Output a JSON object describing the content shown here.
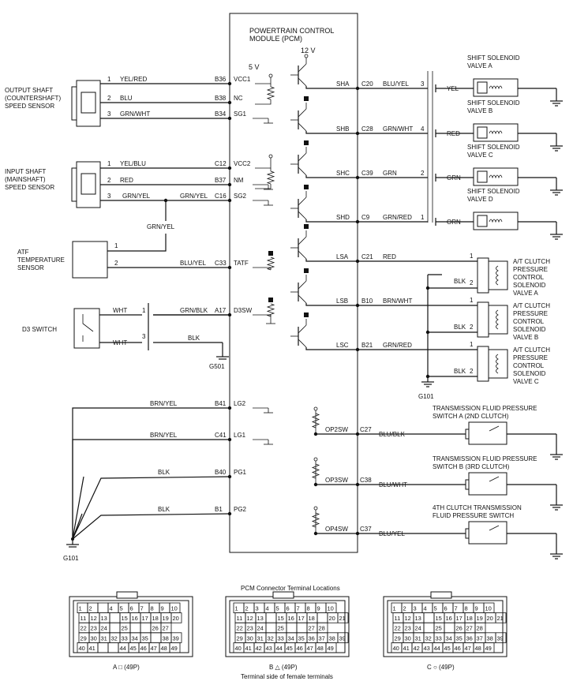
{
  "pcm": {
    "title1": "POWERTRAIN CONTROL",
    "title2": "MODULE (PCM)"
  },
  "supply": {
    "v5": "5 V",
    "v12": "12 V"
  },
  "left_components": {
    "output_shaft": [
      "OUTPUT SHAFT",
      "(COUNTERSHAFT)",
      "SPEED SENSOR"
    ],
    "input_shaft": [
      "INPUT SHAFT",
      "(MAINSHAFT)",
      "SPEED SENSOR"
    ],
    "atf": [
      "ATF",
      "TEMPERATURE",
      "SENSOR"
    ],
    "d3": "D3 SWITCH",
    "g501": "G501"
  },
  "left_wires": [
    {
      "pin": "1",
      "color": "YEL/RED",
      "term": "B36",
      "sig": "VCC1"
    },
    {
      "pin": "2",
      "color": "BLU",
      "term": "B38",
      "sig": "NC"
    },
    {
      "pin": "3",
      "color": "GRN/WHT",
      "term": "B34",
      "sig": "SG1"
    },
    {
      "pin": "1",
      "color": "YEL/BLU",
      "term": "C12",
      "sig": "VCC2"
    },
    {
      "pin": "2",
      "color": "RED",
      "term": "B37",
      "sig": "NM"
    },
    {
      "pin": "3",
      "color": "GRN/YEL",
      "term": "C16",
      "sig": "SG2"
    },
    {
      "pin": "2",
      "color": "BLU/YEL",
      "term": "C33",
      "sig": "TATF"
    },
    {
      "pin": "1",
      "color": "GRN/BLK",
      "term": "A17",
      "sig": "D3SW"
    }
  ],
  "misc_labels": {
    "sg2_branch": "GRN/YEL",
    "atf_pin1": "1",
    "d3_wht1": "WHT",
    "d3_wht2": "WHT",
    "d3_pin3": "3",
    "d3_blk": "BLK",
    "sg2_left": "GRN/YEL"
  },
  "ground_wires": [
    {
      "color": "BRN/YEL",
      "term": "B41",
      "sig": "LG2"
    },
    {
      "color": "BRN/YEL",
      "term": "C41",
      "sig": "LG1"
    },
    {
      "color": "BLK",
      "term": "B40",
      "sig": "PG1"
    },
    {
      "color": "BLK",
      "term": "B1",
      "sig": "PG2"
    }
  ],
  "g101": "G101",
  "solenoid_outputs": [
    {
      "sig": "SHA",
      "term": "C20",
      "color": "BLU/YEL",
      "pin": "3",
      "out": "YEL",
      "name": [
        "SHIFT SOLENOID",
        "VALVE A"
      ]
    },
    {
      "sig": "SHB",
      "term": "C28",
      "color": "GRN/WHT",
      "pin": "4",
      "out": "RED",
      "name": [
        "SHIFT SOLENOID",
        "VALVE B"
      ]
    },
    {
      "sig": "SHC",
      "term": "C39",
      "color": "GRN",
      "pin": "2",
      "out": "GRN",
      "name": [
        "SHIFT SOLENOID",
        "VALVE C"
      ]
    },
    {
      "sig": "SHD",
      "term": "C9",
      "color": "GRN/RED",
      "pin": "1",
      "out": "ORN",
      "name": [
        "SHIFT SOLENOID",
        "VALVE D"
      ]
    }
  ],
  "pressure_outputs": [
    {
      "sig": "LSA",
      "term": "C21",
      "color": "RED",
      "name": [
        "A/T CLUTCH",
        "PRESSURE",
        "CONTROL",
        "SOLENOID",
        "VALVE A"
      ]
    },
    {
      "sig": "LSB",
      "term": "B10",
      "color": "BRN/WHT",
      "name": [
        "A/T CLUTCH",
        "PRESSURE",
        "CONTROL",
        "SOLENOID",
        "VALVE B"
      ]
    },
    {
      "sig": "LSC",
      "term": "B21",
      "color": "GRN/RED",
      "name": [
        "A/T CLUTCH",
        "PRESSURE",
        "CONTROL",
        "SOLENOID",
        "VALVE C"
      ]
    }
  ],
  "pressure_gnd": {
    "blk": "BLK",
    "pin1": "1",
    "pin2": "2",
    "g101": "G101"
  },
  "switches": [
    {
      "sig": "OP2SW",
      "term": "C27",
      "color": "BLU/BLK",
      "name": [
        "TRANSMISSION FLUID PRESSURE",
        "SWITCH A (2ND CLUTCH)"
      ]
    },
    {
      "sig": "OP3SW",
      "term": "C38",
      "color": "BLU/WHT",
      "name": [
        "TRANSMISSION FLUID PRESSURE",
        "SWITCH B (3RD CLUTCH)"
      ]
    },
    {
      "sig": "OP4SW",
      "term": "C37",
      "color": "BLU/YEL",
      "name": [
        "4TH CLUTCH TRANSMISSION",
        "FLUID PRESSURE SWITCH"
      ]
    }
  ],
  "connectors": {
    "title": "PCM Connector Terminal Locations",
    "footer": "Terminal side of female terminals",
    "labels": [
      "A □ (49P)",
      "B △ (49P)",
      "C ○ (49P)"
    ],
    "A": [
      [
        "1",
        "2",
        "",
        "4",
        "5",
        "6",
        "7",
        "8",
        "9",
        "10"
      ],
      [
        "11",
        "12",
        "13",
        "",
        "15",
        "16",
        "17",
        "18",
        "19",
        "20"
      ],
      [
        "22",
        "23",
        "24",
        "",
        "25",
        "",
        "",
        "26",
        "27"
      ],
      [
        "29",
        "30",
        "31",
        "32",
        "33",
        "34",
        "35",
        "",
        "38",
        "39"
      ],
      [
        "40",
        "41",
        "",
        "",
        "44",
        "45",
        "46",
        "47",
        "48",
        "49"
      ]
    ],
    "B": [
      [
        "1",
        "2",
        "3",
        "4",
        "5",
        "6",
        "7",
        "8",
        "9",
        "10"
      ],
      [
        "11",
        "12",
        "13",
        "",
        "15",
        "16",
        "17",
        "18",
        "",
        "20",
        "21"
      ],
      [
        "22",
        "23",
        "24",
        "",
        "25",
        "",
        "",
        "27",
        "28"
      ],
      [
        "29",
        "30",
        "31",
        "32",
        "33",
        "34",
        "35",
        "36",
        "37",
        "38",
        "39"
      ],
      [
        "40",
        "41",
        "42",
        "43",
        "44",
        "45",
        "46",
        "47",
        "48",
        "49"
      ]
    ],
    "C": [
      [
        "1",
        "2",
        "3",
        "4",
        "5",
        "6",
        "7",
        "8",
        "9",
        "10"
      ],
      [
        "11",
        "12",
        "13",
        "",
        "15",
        "16",
        "17",
        "18",
        "19",
        "20",
        "21"
      ],
      [
        "22",
        "23",
        "24",
        "",
        "25",
        "",
        "26",
        "27",
        "28"
      ],
      [
        "29",
        "30",
        "31",
        "32",
        "33",
        "34",
        "35",
        "36",
        "37",
        "38",
        "39"
      ],
      [
        "40",
        "41",
        "42",
        "43",
        "44",
        "45",
        "46",
        "47",
        "48",
        "49"
      ]
    ]
  },
  "colors": {
    "ink": "#111111",
    "background": "#ffffff"
  }
}
